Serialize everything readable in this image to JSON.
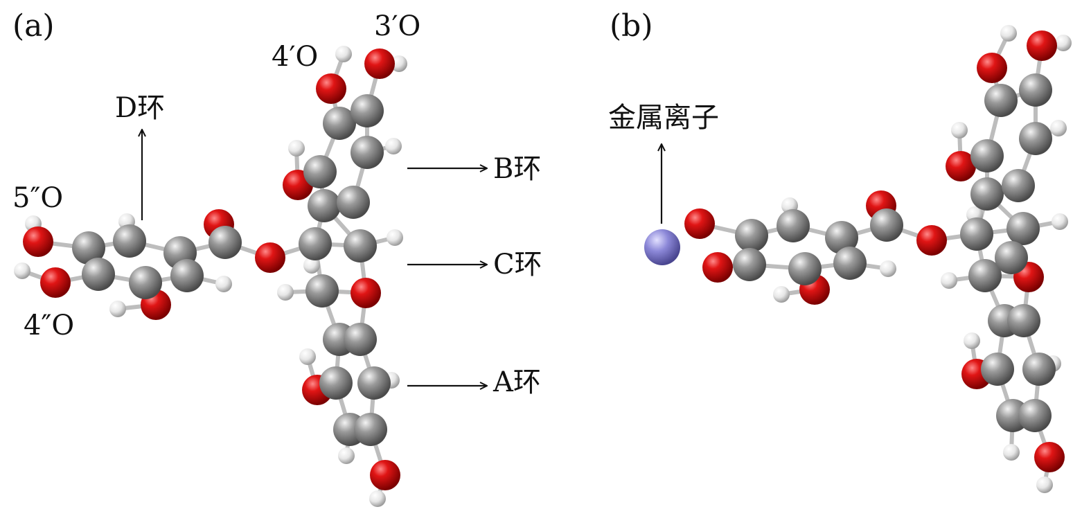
{
  "panels": [
    {
      "label": "(a)",
      "atom_labels": {
        "o3p": "3′O",
        "o4p": "4′O",
        "o5pp": "5″O",
        "o4pp": "4″O"
      },
      "ring_labels": {
        "d": "D环",
        "b": "B环",
        "c": "C环",
        "a": "A环"
      }
    },
    {
      "label": "(b)",
      "metal_ion_label": "金属离子"
    }
  ],
  "colors": {
    "oxygen": "#d01010",
    "carbon": "#8a8a8a",
    "hydrogen": "#ececec",
    "metal_ion": "#8c88d8",
    "bond": "#bdbdbd",
    "arrow": "#111111"
  }
}
